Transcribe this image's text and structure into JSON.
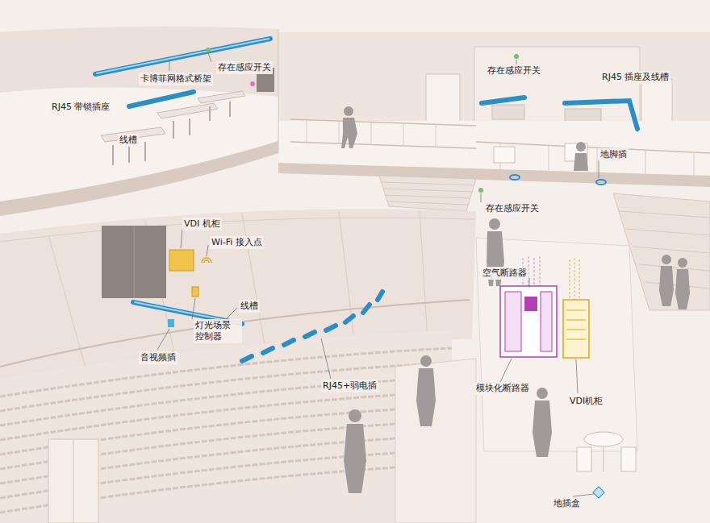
{
  "diagram": {
    "labels": [
      "卡博菲网格式桥架",
      "存在感应开关",
      "RJ45 带锁插座",
      "线槽",
      "存在感应开关",
      "RJ45 插座及线槽",
      "地脚插",
      "存在感应开关",
      "VDI 机柜",
      "Wi-Fi 接入点",
      "空气断路器",
      "线槽",
      "灯光场景 控制器",
      "音视频插",
      "RJ45+弱电插",
      "模块化断路器",
      "VDI机柜",
      "地插盒"
    ]
  }
}
